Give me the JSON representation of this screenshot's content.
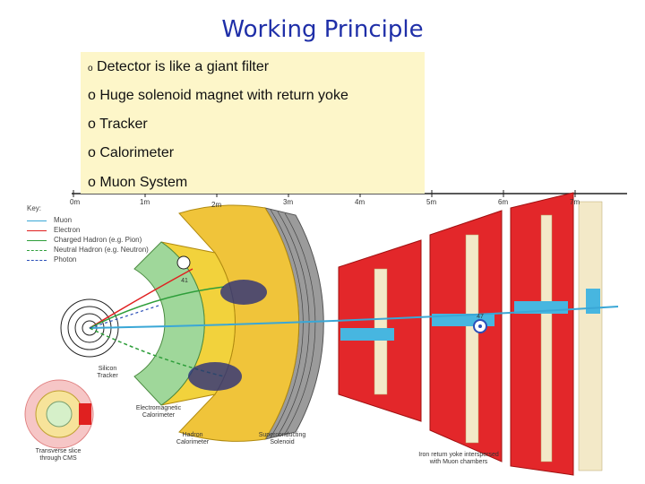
{
  "slide": {
    "title": "Working Principle",
    "bullets": [
      {
        "mark": "o",
        "text": "Detector is like a giant filter"
      },
      {
        "mark": "o",
        "text": "Huge solenoid magnet with return yoke"
      },
      {
        "mark": "o",
        "text": "Tracker"
      },
      {
        "mark": "o",
        "text": "Calorimeter"
      },
      {
        "mark": "o",
        "text": "Muon System"
      }
    ]
  },
  "diagram": {
    "axis_ticks": [
      "0m",
      "1m",
      "2m",
      "3m",
      "4m",
      "5m",
      "6m",
      "7m"
    ],
    "key_title": "Key:",
    "legend": [
      {
        "label": "Muon",
        "color": "#3aa7d6",
        "style": "solid"
      },
      {
        "label": "Electron",
        "color": "#e02020",
        "style": "solid"
      },
      {
        "label": "Charged Hadron (e.g. Pion)",
        "color": "#2e9e3a",
        "style": "solid"
      },
      {
        "label": "Neutral Hadron (e.g. Neutron)",
        "color": "#2e9e3a",
        "style": "dashed"
      },
      {
        "label": "Photon",
        "color": "#2b4fb8",
        "style": "dashed"
      }
    ],
    "labels": {
      "silicon_tracker": "Silicon Tracker",
      "ecal": "Electromagnetic Calorimeter",
      "hcal": "Hadron Calorimeter",
      "solenoid": "Superconducting Solenoid",
      "yoke": "Iron return yoke interspersed with Muon chambers",
      "transverse": "Transverse slice through CMS",
      "particle_a": "41",
      "particle_b": "47"
    },
    "colors": {
      "tracker": "#9fd79a",
      "ecal": "#f2d23c",
      "hcal": "#f0c43a",
      "solenoid": "#9b9b9b",
      "yoke": "#e3272a",
      "muon_chamber": "#47b6e0"
    }
  }
}
